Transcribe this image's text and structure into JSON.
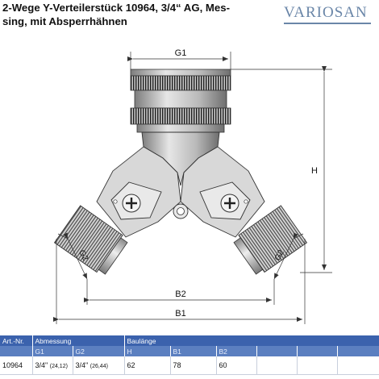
{
  "header": {
    "title": "2-Wege Y-Verteilerstück 10964, 3/4“ AG, Mes-sing, mit Absperrhähnen",
    "title_line1": "2-Wege Y-Verteilerstück 10964, 3/4“ AG, Mes-",
    "title_line2": "sing, mit Absperrhähnen",
    "brand": "VARIOSAN"
  },
  "drawing": {
    "dim_g1": "G1",
    "dim_h": "H",
    "dim_g2_left": "G2",
    "dim_g2_right": "G2",
    "dim_b2": "B2",
    "dim_b1": "B1"
  },
  "table": {
    "col_art": "Art.-Nr.",
    "col_abmessung": "Abmessung",
    "col_baulaenge": "Baulänge",
    "sub_g1": "G1",
    "sub_g2": "G2",
    "sub_h": "H",
    "sub_b1": "B1",
    "sub_b2": "B2",
    "row": {
      "art": "10964",
      "g1": "3/4\"",
      "g1_mm": "(24,12)",
      "g2": "3/4\"",
      "g2_mm": "(26,44)",
      "h": "62",
      "b1": "78",
      "b2": "60"
    }
  },
  "colors": {
    "brand": "#6a86a8",
    "table_header": "#3b62ad",
    "table_subheader": "#5b7fc0"
  }
}
